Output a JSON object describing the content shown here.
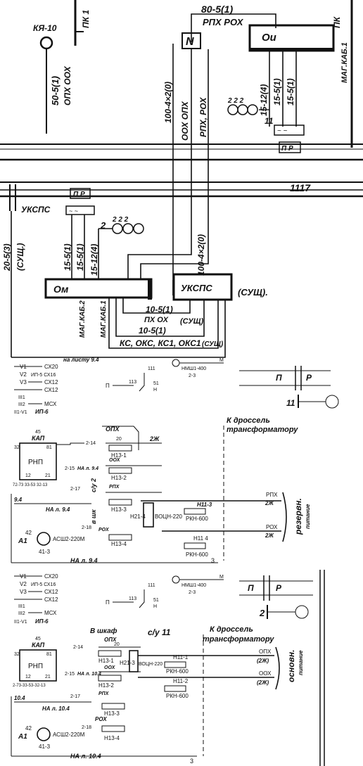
{
  "top": {
    "lamp_label": "КЯ-10",
    "pk1": "ПК 1",
    "pk": "ПК",
    "cable_top": "80-5(1)",
    "rpx_rox": "РПХ РОХ",
    "n_box": "N",
    "oi_box": "Ои",
    "cable_left": "50-5(1)",
    "opx_oox": "ОПХ ООХ",
    "cable_mid": "100-4×2(0)",
    "oox_opx": "ООХ ОПХ",
    "rpx_rox2": "РПХ, РОХ",
    "c15_12": "15-12(4)",
    "c15_5a": "15-5(1)",
    "c15_5b": "15-5(1)",
    "mag_kab1": "МАГ.КАБ.1",
    "num11": "11",
    "track": "1117",
    "pr": "П Р"
  },
  "mid": {
    "ukspc": "УКСПС",
    "pr": "П Р",
    "num2": "2",
    "c20_5": "20-5(3)",
    "sushch": "(СУЩ.)",
    "c15_5a": "15-5(1)",
    "c15_5b": "15-5(1)",
    "c15_12": "15-12(4)",
    "c100": "100-4×2(0)",
    "om_box": "Ом",
    "ukspc_box": "УКСПС",
    "sushch2": "(СУЩ).",
    "c10_5a": "10-5(1)",
    "pxox": "ПХ ОХ",
    "sushch3": "(СУЩ)",
    "c10_5b": "10-5(1)",
    "ks": "КС, ОКС, КС1, ОКС1",
    "sushch4": "(СУЩ)",
    "magkab2": "МАГ.КАБ.2",
    "magkab1": "МАГ.КАБ.1"
  },
  "s1": {
    "note": "на листу 9.4",
    "v1": "V1",
    "cx20": "СХ20",
    "v2": "V2",
    "v2b": "ИП-5 СХ16",
    "v3": "V3",
    "cx12a": "СХ12",
    "cx12b": "СХ12",
    "iii1": "III1",
    "iii2": "III2",
    "mcx": "МСХ",
    "ii1v1": "II1-V1",
    "ip6": "ИП-6",
    "r111": "111",
    "nmsh": "НМШ1-400",
    "n23": "2-3",
    "m": "М",
    "p": "П",
    "r113": "113",
    "r51": "51",
    "h": "Н",
    "np_n": "П",
    "np_p": "Р",
    "num11": "11",
    "kdr1": "К дроссель",
    "kdr2": "трансформатору",
    "n45": "45",
    "kap": "КАП",
    "n32": "32",
    "n81": "81",
    "rnp": "РНП",
    "n12": "12",
    "n21": "21",
    "pinout": "72-73 33-53 32-13",
    "t214": "2-14",
    "t215": "2-15",
    "t217": "2-17",
    "t218": "2-18",
    "na94a": "НА л. 9.4",
    "na94b": "НА л. 9.4",
    "na94c": "НА л. 9.4",
    "n94": "9.4",
    "opx": "ОПХ",
    "h131": "Н13-1",
    "h132": "Н13-2",
    "h133": "Н13-3",
    "h134": "Н13-4",
    "n20": "20",
    "n2zh": "2Ж",
    "oox": "ООХ",
    "rpx": "РПХ",
    "rox": "РОХ",
    "cy2": "с/у 2",
    "vshk": "в шк",
    "h214": "Н21-4",
    "vocn": "ВОЦН-220",
    "nn3": "Н11-3",
    "nn4": "Н11 4",
    "rkn1": "РКН-600",
    "rkn2": "РКН-600",
    "rpx_r": "РПХ",
    "rox_r": "РОХ",
    "rez1": "резервн.",
    "rez2": "питание",
    "a1": "А1",
    "n42": "42",
    "n413": "41-3",
    "acsh": "АСШ2-220М",
    "n3": "3"
  },
  "s2": {
    "v1": "V1",
    "cx20": "СХ20",
    "v2": "V2",
    "v2b": "ИП-5 СХ16",
    "v3": "V3",
    "cx12a": "СХ12",
    "cx12b": "СХ12",
    "iii1": "III1",
    "iii2": "III2",
    "mcx": "МСХ",
    "ii1v1": "II1-V1",
    "ip6": "ИП-6",
    "r111": "111",
    "nmsh": "НМШ1-400",
    "n23": "2-3",
    "m": "М",
    "p": "П",
    "r113": "113",
    "r51": "51",
    "h": "Н",
    "np_n": "П",
    "np_p": "Р",
    "num2": "2",
    "vshkaf": "В шкаф",
    "cy11": "с/у 11",
    "kdr1": "К дроссель",
    "kdr2": "трансформатору",
    "n45": "45",
    "kap": "КАП",
    "n32": "32",
    "n81": "81",
    "rnp": "РНП",
    "n12": "12",
    "n21": "21",
    "pinout": "2-73-33-53-32-13",
    "t214": "2-14",
    "t215": "2-15",
    "t217": "2-17",
    "t218": "2-18",
    "na104a": "НА л. 10.4",
    "na104b": "НА л. 10.4",
    "na104c": "НА л. 10.4",
    "n104": "10.4",
    "opx": "ОПХ",
    "oox": "ООХ",
    "rpx": "РПХ",
    "rox": "РОХ",
    "h131": "Н13-1",
    "h132": "Н13-2",
    "h133": "Н13-3",
    "h134": "Н13-4",
    "n20": "20",
    "h213": "Н21-3",
    "vocn": "ВОЦН-220",
    "nn1": "Н11-1",
    "nn2": "Н11-2",
    "rkn1": "РКН-600",
    "rkn2": "РКН-600",
    "opx_r": "ОПХ",
    "oox_r": "ООХ",
    "zh1": "(2Ж)",
    "zh2": "(2Ж)",
    "osn1": "основн.",
    "osn2": "питание",
    "a1": "А1",
    "n42": "42",
    "n413": "41-3",
    "acsh": "АСШ2-220М",
    "n3": "3"
  }
}
